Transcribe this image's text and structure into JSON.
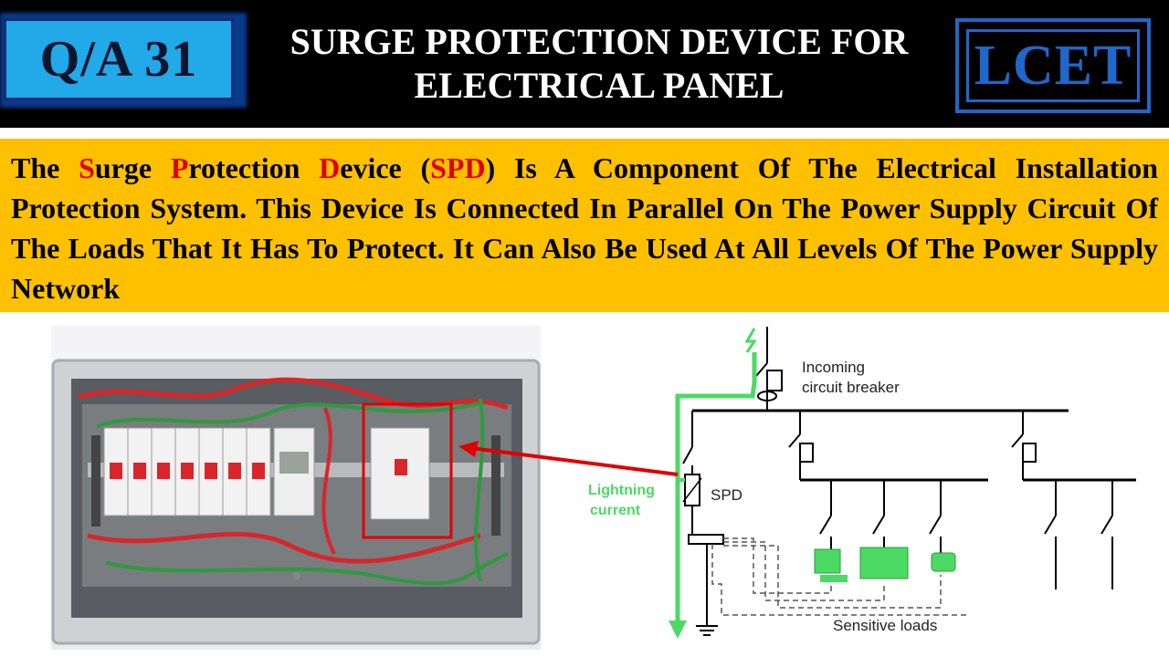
{
  "header": {
    "badge": "Q/A 31",
    "title_line1": "SURGE PROTECTION DEVICE FOR",
    "title_line2": "ELECTRICAL PANEL",
    "logo": "LCET"
  },
  "description": {
    "w_the": "The ",
    "s_letter": "S",
    "w_urge": "urge ",
    "p_letter": "P",
    "w_rotection": "rotection ",
    "d_letter": "D",
    "w_evice": "evice (",
    "spd": "SPD",
    "rest": ") Is A Component Of The Electrical Installation Protection System. This Device Is Connected In Parallel On The Power Supply Circuit Of The Loads That It Has To Protect. It Can Also Be Used At All Levels Of The Power Supply Network"
  },
  "diagram": {
    "incoming_line1": "Incoming",
    "incoming_line2": "circuit breaker",
    "spd_label": "SPD",
    "lightning_line1": "Lightning",
    "lightning_line2": "current",
    "sensitive_loads": "Sensitive loads"
  },
  "colors": {
    "header_bg": "#000000",
    "badge_bg": "#21a9e8",
    "logo_blue": "#1f67c8",
    "desc_bg": "#ffc000",
    "highlight_red": "#e00000",
    "lightning_green": "#4cd964"
  }
}
